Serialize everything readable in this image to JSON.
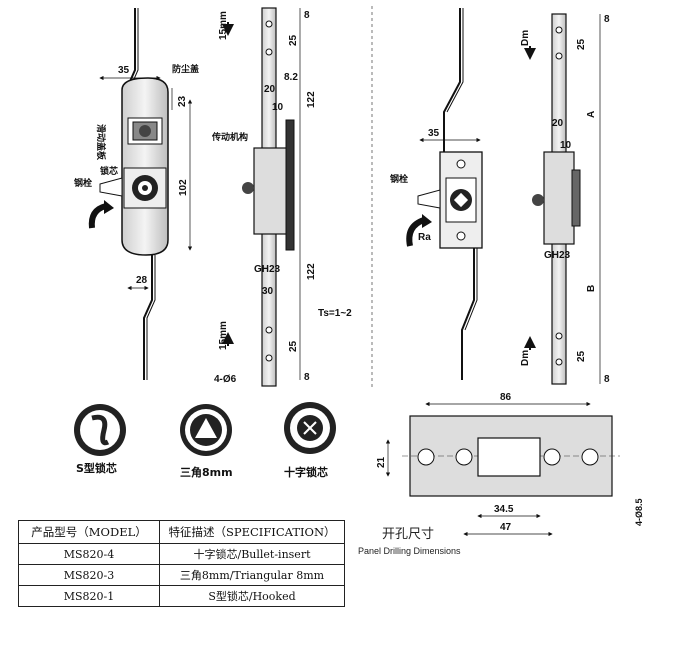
{
  "views": {
    "left": {
      "labels": {
        "dust_cover": "防尘盖",
        "slide_cover": "滑动盖板",
        "lock_core": "锁芯",
        "bolt": "钢栓",
        "drive": "传动机构"
      },
      "dims": {
        "d35": "35",
        "d23": "23",
        "d102": "102",
        "d28": "28",
        "d8_top": "8",
        "d25_top": "25",
        "d20": "20",
        "d8_2": "8.2",
        "d10": "10",
        "d122_top": "122",
        "d122_bot": "122",
        "gh": "GH23",
        "d30": "30",
        "ts": "Ts=1~2",
        "d25_bot": "25",
        "d8_bot": "8",
        "holes": "4-Ø6",
        "stroke_top": "15mm",
        "stroke_bot": "15mm"
      }
    },
    "right": {
      "labels": {
        "bolt": "钢栓",
        "rotation": "Ra"
      },
      "dims": {
        "d35": "35",
        "d8_top": "8",
        "d25_top": "25",
        "dm_top": "Dm",
        "d20": "20",
        "A": "A",
        "d10": "10",
        "gh": "GH23",
        "B": "B",
        "dm_bot": "Dm",
        "d25_bot": "25",
        "d8_bot": "8"
      }
    }
  },
  "cores": [
    {
      "label": "S型锁芯"
    },
    {
      "label": "三角8mm"
    },
    {
      "label": "十字锁芯"
    }
  ],
  "panel": {
    "dims": {
      "width": "86",
      "height": "21",
      "d34_5": "34.5",
      "d47": "47",
      "holes": "4-Ø8.5"
    },
    "title_cn": "开孔尺寸",
    "title_en": "Panel Drilling Dimensions"
  },
  "table": {
    "headers": [
      "产品型号（MODEL）",
      "特征描述（SPECIFICATION）"
    ],
    "rows": [
      [
        "MS820-4",
        "十字锁芯/Bullet-insert"
      ],
      [
        "MS820-3",
        "三角8mm/Triangular 8mm"
      ],
      [
        "MS820-1",
        "S型锁芯/Hooked"
      ]
    ]
  }
}
